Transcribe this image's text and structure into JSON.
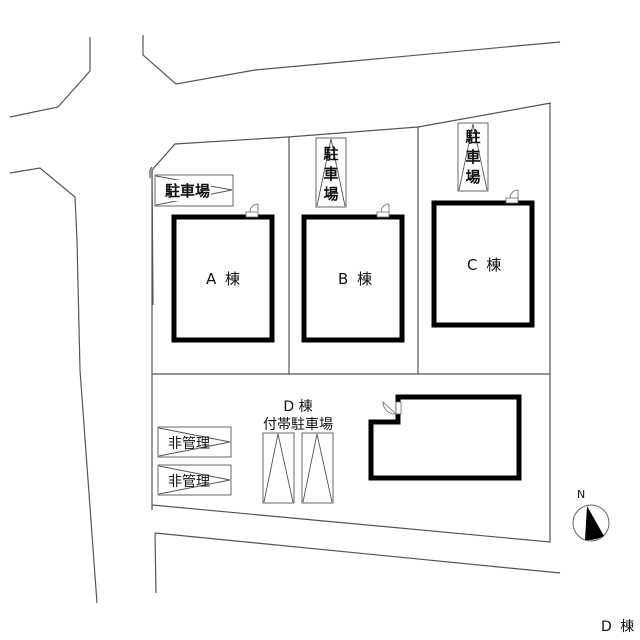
{
  "site_plan": {
    "buildings": [
      {
        "id": "A",
        "label": "A 棟"
      },
      {
        "id": "B",
        "label": "B 棟"
      },
      {
        "id": "C",
        "label": "C 棟"
      }
    ],
    "parking": {
      "a_lot": "駐車場",
      "b_lot": [
        "駐",
        "車",
        "場"
      ],
      "c_lot": [
        "駐",
        "車",
        "場"
      ],
      "d_annex_title": "D 棟",
      "d_annex_sub": "付帯駐車場"
    },
    "non_managed": [
      "非管理",
      "非管理"
    ],
    "compass": {
      "north": "N"
    },
    "footer_label": "D 棟",
    "colors": {
      "line": "#555555",
      "wall": "#000000",
      "background": "#ffffff"
    }
  }
}
